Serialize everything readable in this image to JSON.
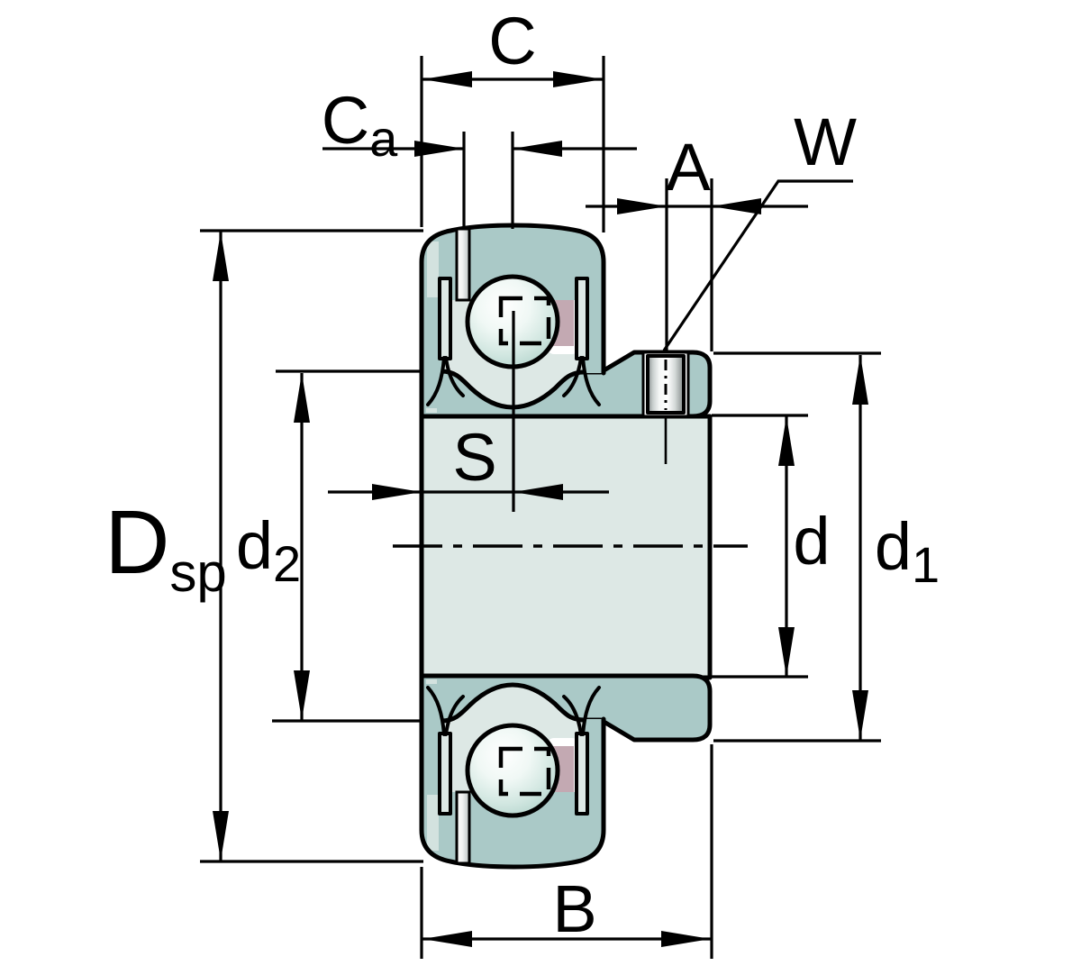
{
  "labels": {
    "c": {
      "base": "C",
      "sub": ""
    },
    "ca": {
      "base": "C",
      "sub": "a"
    },
    "a": {
      "base": "A",
      "sub": ""
    },
    "w": {
      "base": "W",
      "sub": ""
    },
    "s": {
      "base": "S",
      "sub": ""
    },
    "dsp": {
      "base": "D",
      "sub": "sp"
    },
    "d2": {
      "base": "d",
      "sub": "2"
    },
    "d": {
      "base": "d",
      "sub": ""
    },
    "d1": {
      "base": "d",
      "sub": "1"
    },
    "b": {
      "base": "B",
      "sub": ""
    }
  },
  "colors": {
    "paper": "#ffffff",
    "outline": "#000000",
    "teal": "#aac9c7",
    "light": "#dde8e5",
    "highlight": "#d3e2df",
    "pink": "#c3a9b2"
  }
}
